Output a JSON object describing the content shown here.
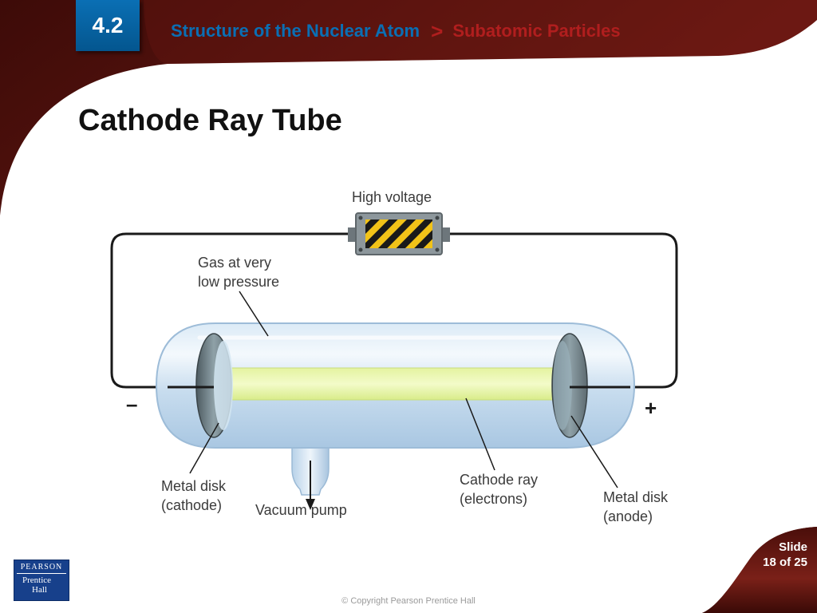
{
  "header": {
    "section_number": "4.2",
    "breadcrumb": {
      "chapter": "Structure of the Nuclear Atom",
      "separator": ">",
      "current": "Subatomic Particles"
    }
  },
  "title": "Cathode Ray Tube",
  "diagram": {
    "labels": {
      "high_voltage": "High voltage",
      "gas_line1": "Gas at very",
      "gas_line2": "low pressure",
      "negative": "–",
      "positive": "+",
      "cathode_line1": "Metal disk",
      "cathode_line2": "(cathode)",
      "vacuum_pump": "Vacuum pump",
      "ray_line1": "Cathode ray",
      "ray_line2": "(electrons)",
      "anode_line1": "Metal disk",
      "anode_line2": "(anode)"
    }
  },
  "slide_counter": {
    "label": "Slide",
    "position": "18 of 25"
  },
  "logo": {
    "brand": "PEARSON",
    "line1": "Prentice",
    "line2": "Hall"
  },
  "footer": {
    "copyright": "© Copyright Pearson Prentice Hall"
  },
  "colors": {
    "accent_blue": "#0a6fb4",
    "accent_red": "#b01e1e",
    "maroon_frame": "#5e1410"
  }
}
